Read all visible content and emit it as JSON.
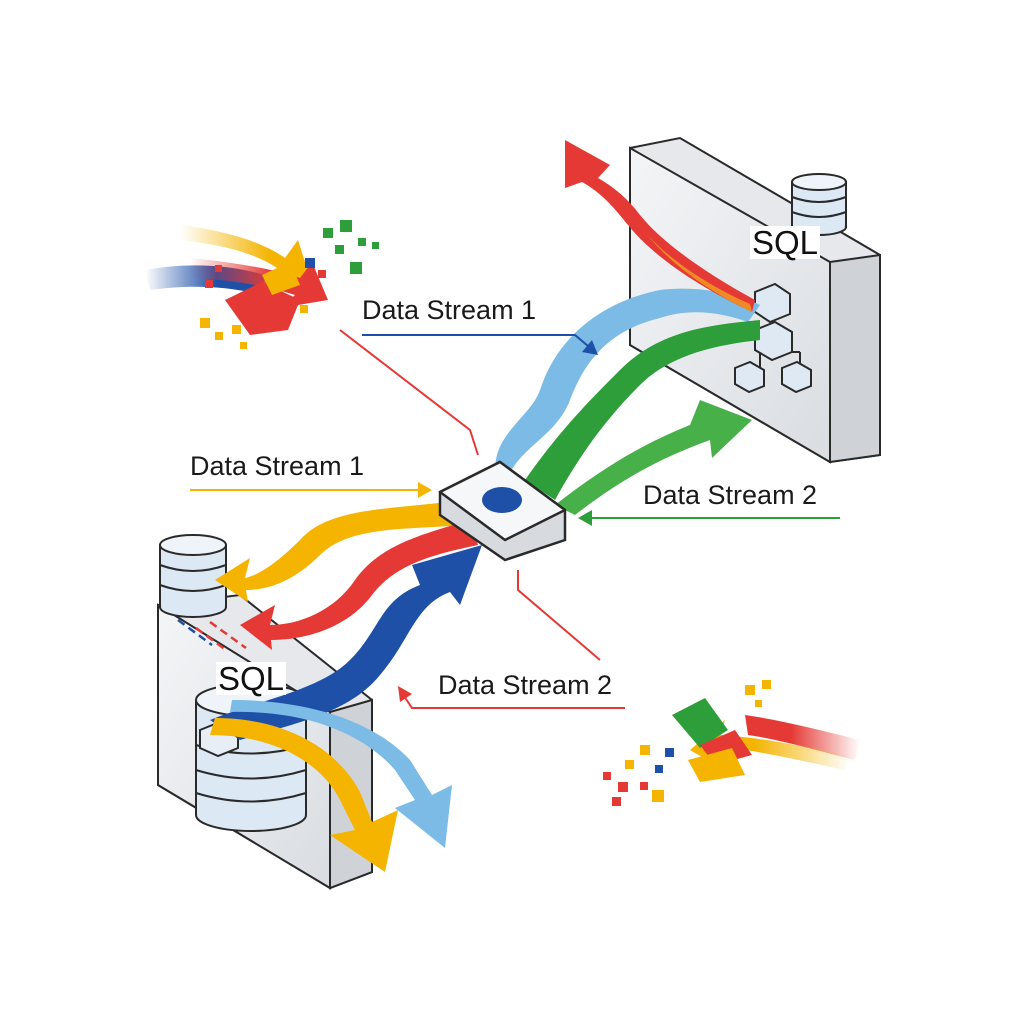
{
  "labels": {
    "stream_top": "Data Stream 1",
    "stream_left": "Data Stream 1",
    "stream_right": "Data Stream 2",
    "stream_bottom": "Data Stream 2"
  },
  "servers": {
    "top_right": "SQL",
    "bottom_left": "SQL"
  },
  "colors": {
    "red": "#e53935",
    "blue": "#1e50a8",
    "light_blue": "#6fb3e3",
    "green": "#2e9e3a",
    "yellow": "#f4b400",
    "outline": "#2a2a2a"
  }
}
